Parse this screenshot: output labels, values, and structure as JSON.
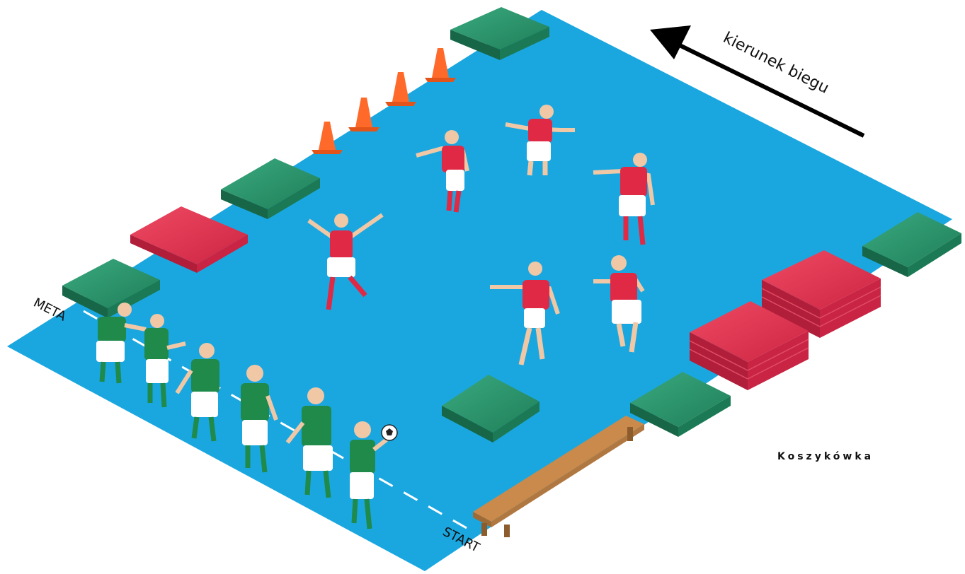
{
  "labels": {
    "direction": "kierunek biegu",
    "meta": "META",
    "start": "START",
    "title": "Koszykówka"
  },
  "colors": {
    "court": "#1aa7e0",
    "green_mat": "#2e9b72",
    "red_mat": "#e5344f",
    "cone": "#ff6a2a",
    "bench": "#c98a4b",
    "team_green": "#1f8a4a",
    "team_red": "#e02a45"
  },
  "icons": [
    "arrow-left-icon",
    "traffic-cone-icon",
    "soccer-ball-icon"
  ]
}
